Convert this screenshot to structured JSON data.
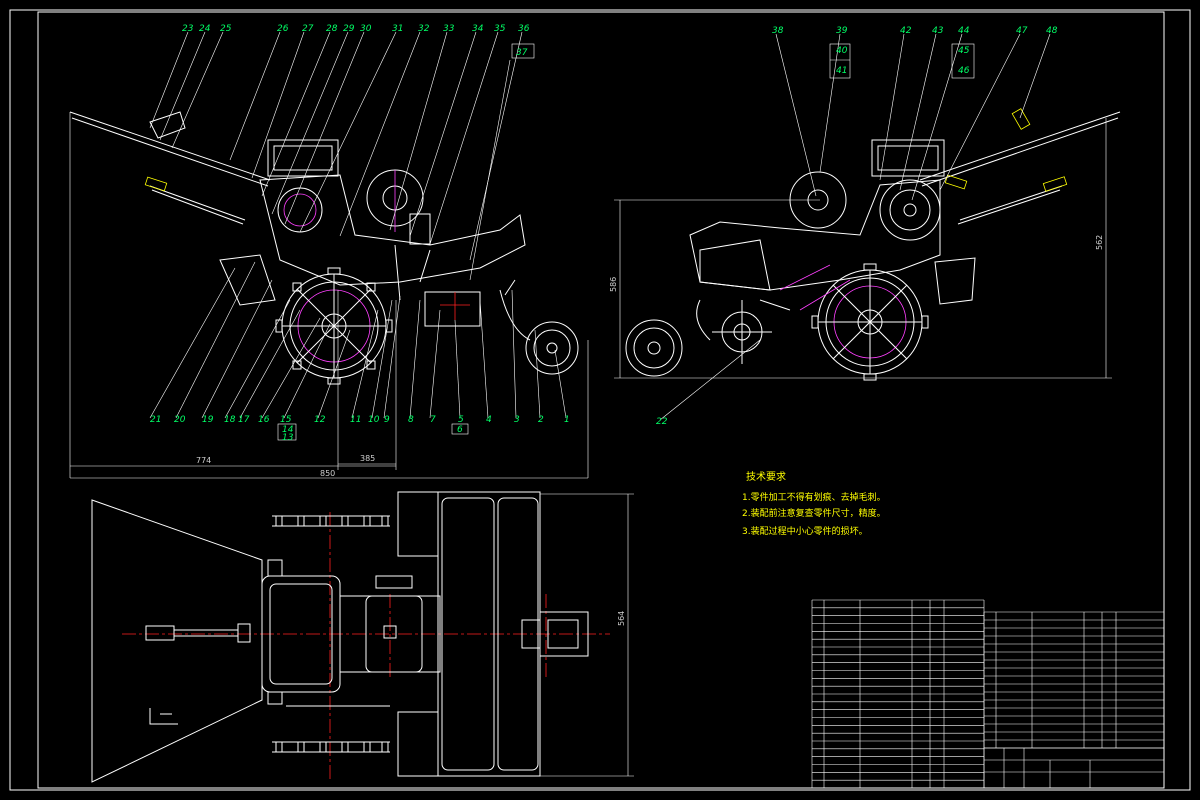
{
  "drawing": {
    "left_view_balloons_top": [
      "23",
      "24",
      "25",
      "26",
      "27",
      "28",
      "29",
      "30",
      "31",
      "32",
      "33",
      "34",
      "35",
      "36",
      "37"
    ],
    "left_view_balloons_bottom": [
      "21",
      "20",
      "19",
      "18",
      "17",
      "16",
      "15",
      "12",
      "11",
      "10",
      "9",
      "8",
      "7",
      "5",
      "4",
      "3",
      "2",
      "1"
    ],
    "left_view_extra": [
      "14",
      "13",
      "6"
    ],
    "right_view_balloons_top": [
      "38",
      "39",
      "40",
      "41",
      "42",
      "43",
      "44",
      "45",
      "46",
      "47",
      "48"
    ],
    "right_view_balloon_bottom": "22",
    "dimensions": [
      "774",
      "385",
      "850",
      "586",
      "562",
      "564"
    ]
  },
  "technical_requirements": {
    "title": "技术要求",
    "items": [
      "1.零件加工不得有划痕、去掉毛刺。",
      "2.装配前注意复查零件尺寸，精度。",
      "3.装配过程中小心零件的损坏。"
    ]
  }
}
